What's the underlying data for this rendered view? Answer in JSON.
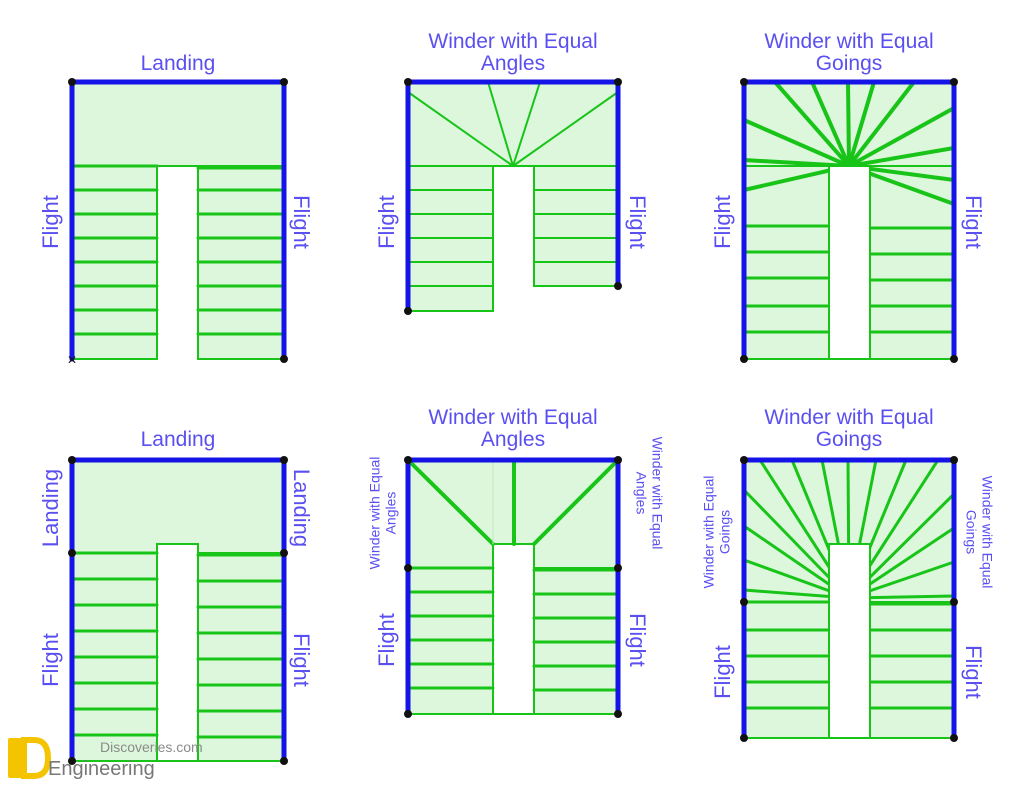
{
  "panels": [
    {
      "id": "top-left",
      "title": [
        "Landing"
      ],
      "left_label": [
        "Flight"
      ],
      "right_label": [
        "Flight"
      ]
    },
    {
      "id": "top-middle",
      "title": [
        "Winder with Equal",
        "Angles"
      ],
      "left_label": [
        "Flight"
      ],
      "right_label": [
        "Flight"
      ]
    },
    {
      "id": "top-right",
      "title": [
        "Winder with Equal",
        "Goings"
      ],
      "left_label": [
        "Flight"
      ],
      "right_label": [
        "Flight"
      ]
    },
    {
      "id": "bottom-left",
      "title": [
        "Landing"
      ],
      "left_label_upper": [
        "Landing"
      ],
      "right_label_upper": [
        "Landing"
      ],
      "left_label": [
        "Flight"
      ],
      "right_label": [
        "Flight"
      ]
    },
    {
      "id": "bottom-middle",
      "title": [
        "Winder with Equal",
        "Angles"
      ],
      "left_label_upper": [
        "Winder with Equal",
        "Angles"
      ],
      "right_label_upper": [
        "Winder with Equal",
        "Angles"
      ],
      "left_label": [
        "Flight"
      ],
      "right_label": [
        "Flight"
      ]
    },
    {
      "id": "bottom-right",
      "title": [
        "Winder with Equal",
        "Goings"
      ],
      "left_label_upper": [
        "Winder with Equal",
        "Goings"
      ],
      "right_label_upper": [
        "Winder with Equal",
        "Goings"
      ],
      "left_label": [
        "Flight"
      ],
      "right_label": [
        "Flight"
      ]
    }
  ],
  "watermark": {
    "line1": "Discoveries.com",
    "line2": "Engineering"
  },
  "colors": {
    "fill": "#dcf7dc",
    "tread": "#19c419",
    "wall": "#1414e6",
    "label": "#5a4ff0",
    "node": "#111111"
  }
}
